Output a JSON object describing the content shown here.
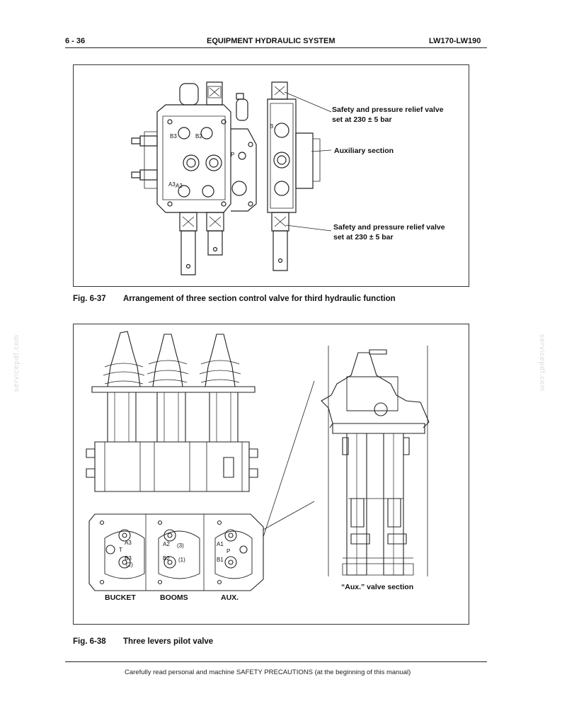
{
  "header": {
    "page_number": "6 - 36",
    "section_title": "EQUIPMENT HYDRAULIC SYSTEM",
    "model": "LW170-LW190"
  },
  "figure1": {
    "callouts": {
      "relief_top_line1": "Safety and pressure relief valve",
      "relief_top_line2": "set at 230 ± 5 bar",
      "auxiliary": "Auxiliary section",
      "relief_bottom_line1": "Safety and pressure relief valve",
      "relief_bottom_line2": "set at 230 ± 5 bar"
    },
    "port_labels": {
      "b3": "B3",
      "b2": "B2",
      "b": "B",
      "p": "P",
      "a3": "A3",
      "a2": "A2"
    },
    "caption_number": "Fig. 6-37",
    "caption_text": "Arrangement of three section control valve for third hydraulic function"
  },
  "figure2": {
    "port_labels": {
      "a3": "A3",
      "t": "T",
      "b3": "B3",
      "n2a": "(2)",
      "a2": "A2",
      "n3": "(3)",
      "b2": "B2",
      "n1": "(1)",
      "a1": "A1",
      "p": "P",
      "b1": "B1"
    },
    "levers": {
      "bucket": "BUCKET",
      "booms": "BOOMS",
      "aux": "AUX."
    },
    "aux_section_label": "“Aux.” valve section",
    "caption_number": "Fig. 6-38",
    "caption_text": "Three levers pilot valve"
  },
  "footer": {
    "text": "Carefully read personal and machine SAFETY PRECAUTIONS (at the beginning of this manual)"
  },
  "watermark": {
    "text": "servicepdf.com"
  }
}
